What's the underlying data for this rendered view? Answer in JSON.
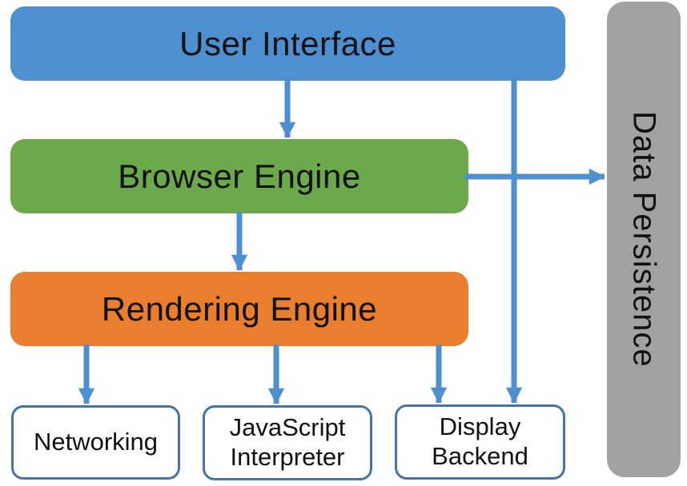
{
  "colors": {
    "background": "#FFFFFF",
    "box-blue": "#4E90CF",
    "box-green": "#6CA94A",
    "box-orange": "#E87E2E",
    "bar-gray": "#A2A2A2",
    "arrow-blue": "#4E90CF",
    "outline-blue": "#4574A5",
    "text-black": "#111111"
  },
  "diagram": {
    "title": "Browser architecture block diagram",
    "nodes": {
      "user_interface": {
        "label": "User Interface",
        "type": "primary",
        "color": "#4E90CF"
      },
      "browser_engine": {
        "label": "Browser Engine",
        "type": "primary",
        "color": "#6CA94A"
      },
      "rendering_engine": {
        "label": "Rendering Engine",
        "type": "primary",
        "color": "#E87E2E"
      },
      "networking": {
        "label": "Networking",
        "type": "component",
        "color": "#FFFFFF"
      },
      "javascript_interpreter": {
        "label": "JavaScript Interpreter",
        "type": "component",
        "color": "#FFFFFF"
      },
      "display_backend": {
        "label": "Display Backend",
        "type": "component",
        "color": "#FFFFFF"
      },
      "data_persistence": {
        "label": "Data Persistence",
        "type": "sidebar",
        "color": "#A2A2A2"
      }
    },
    "edges": [
      {
        "from": "user_interface",
        "to": "browser_engine"
      },
      {
        "from": "browser_engine",
        "to": "rendering_engine"
      },
      {
        "from": "rendering_engine",
        "to": "networking"
      },
      {
        "from": "rendering_engine",
        "to": "javascript_interpreter"
      },
      {
        "from": "rendering_engine",
        "to": "display_backend"
      },
      {
        "from": "user_interface",
        "to": "display_backend"
      },
      {
        "from": "browser_engine",
        "to": "data_persistence"
      }
    ]
  }
}
